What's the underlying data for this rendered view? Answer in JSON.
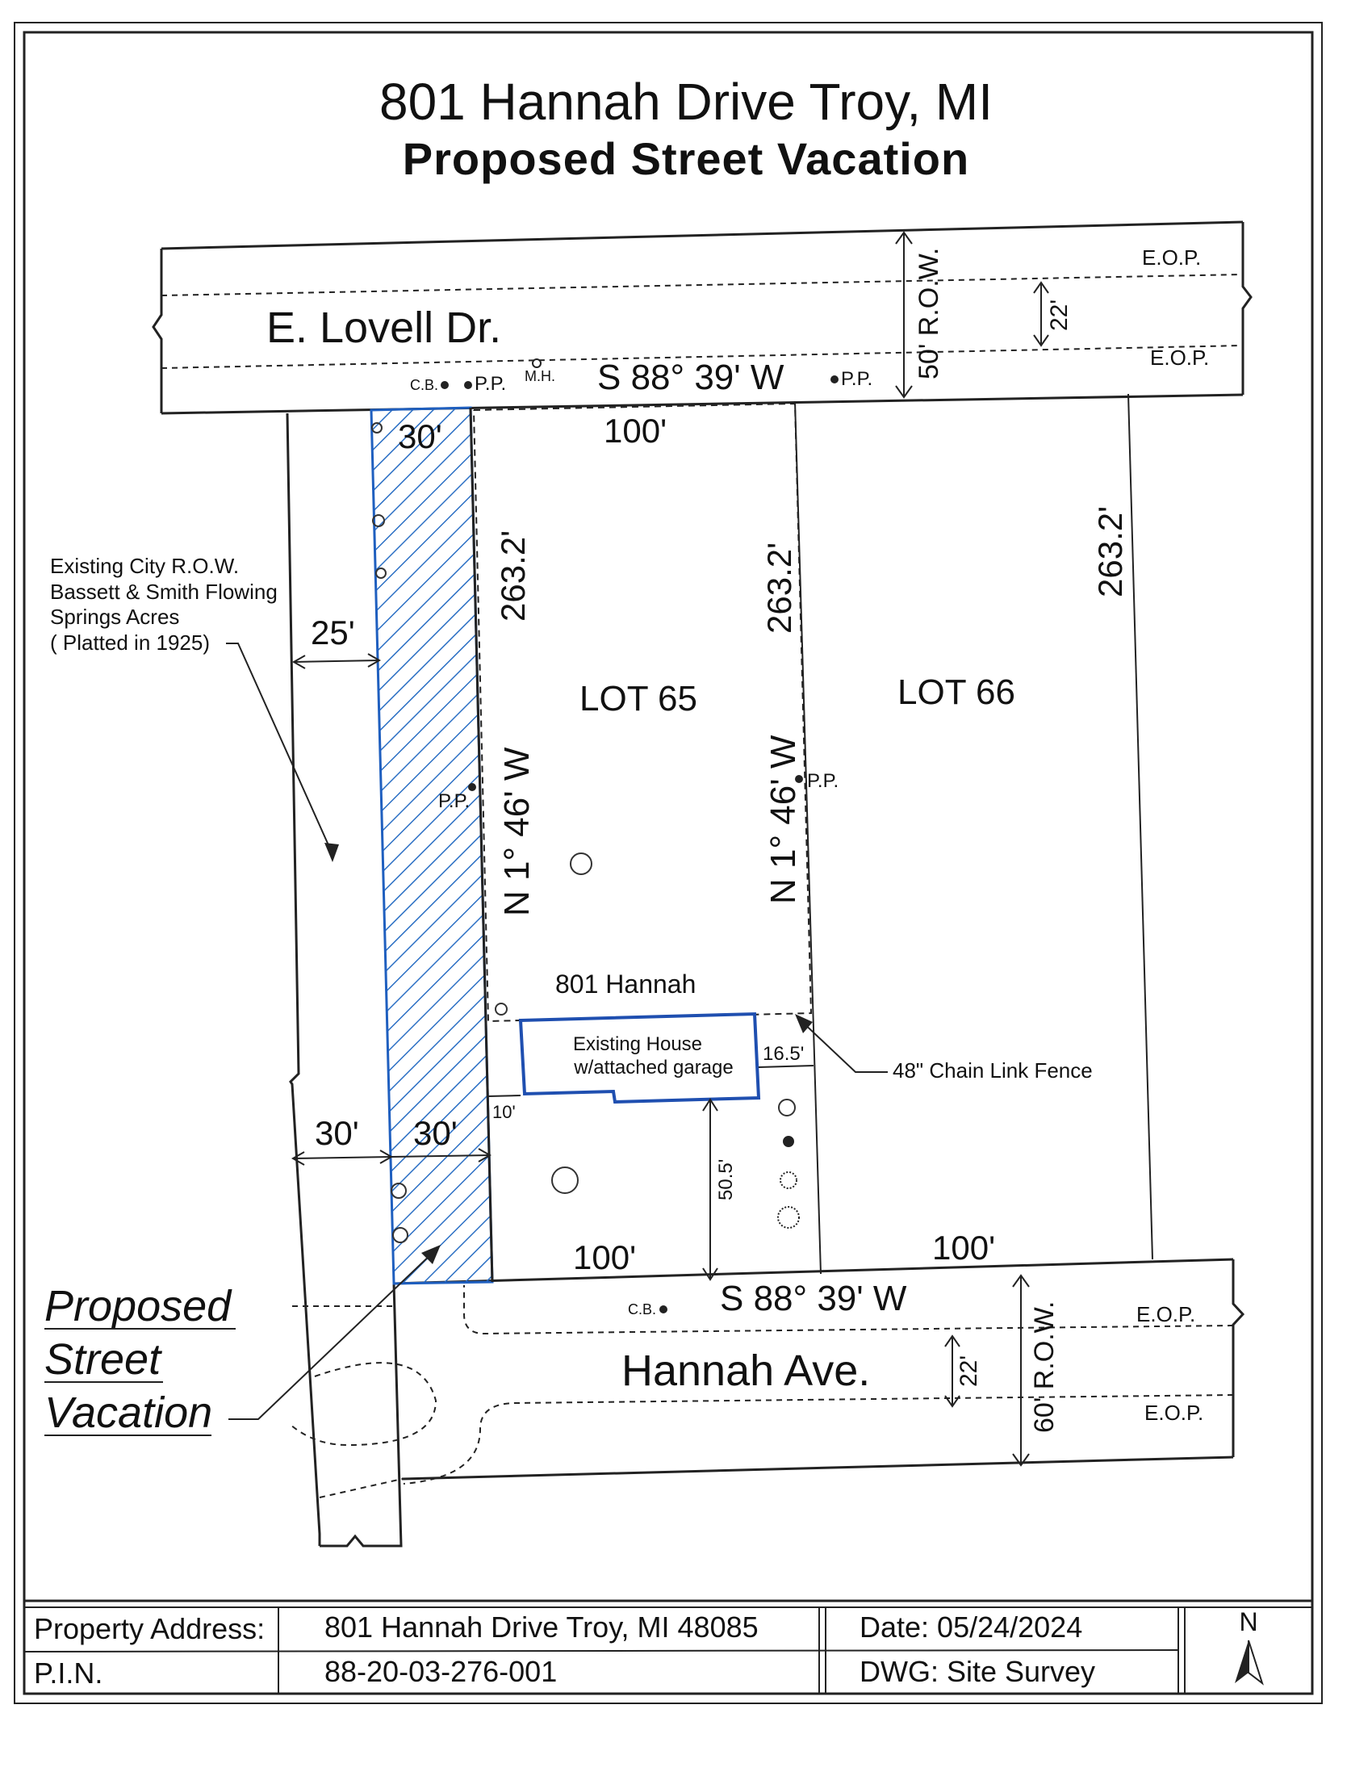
{
  "title": "801 Hannah Drive Troy, MI",
  "subtitle": "Proposed Street Vacation",
  "streets": {
    "north": {
      "name": "E. Lovell Dr.",
      "row": "50' R.O.W.",
      "width": "22'",
      "eop": "E.O.P.",
      "bearing": "S 88° 39' W"
    },
    "south": {
      "name": "Hannah Ave.",
      "row": "60' R.O.W.",
      "width": "22'",
      "eop": "E.O.P.",
      "bearing": "S 88° 39' W"
    }
  },
  "labels": {
    "cb": "C.B.",
    "pp": "P.P.",
    "mh": "M.H.",
    "lot65": "LOT 65",
    "lot66": "LOT 66",
    "address_label": "801 Hannah",
    "house_line1": "Existing House",
    "house_line2": "w/attached garage",
    "fence": "48\" Chain Link Fence",
    "row_note": [
      "Existing City R.O.W.",
      "Bassett & Smith Flowing",
      "Springs Acres",
      "( Platted in 1925)"
    ],
    "vacation": [
      "Proposed",
      "Street",
      "Vacation"
    ],
    "bearing_west": "N 1° 46' W",
    "bearing_east": "N 1° 46' W"
  },
  "dimensions": {
    "top_vac": "30'",
    "lot_top": "100'",
    "left_depth": "263.2'",
    "mid_depth": "263.2'",
    "right_depth": "263.2'",
    "row_25": "25'",
    "row_30": "30'",
    "vac_30": "30'",
    "setback_side": "10'",
    "setback_east": "16.5'",
    "setback_front": "50.5'",
    "lot65_bottom": "100'",
    "lot66_bottom": "100'"
  },
  "title_block": {
    "address_label": "Property Address:",
    "address_value": "801 Hannah Drive Troy, MI 48085",
    "pin_label": "P.I.N.",
    "pin_value": "88-20-03-276-001",
    "date": "Date: 05/24/2024",
    "dwg": "DWG: Site Survey",
    "north": "N"
  }
}
